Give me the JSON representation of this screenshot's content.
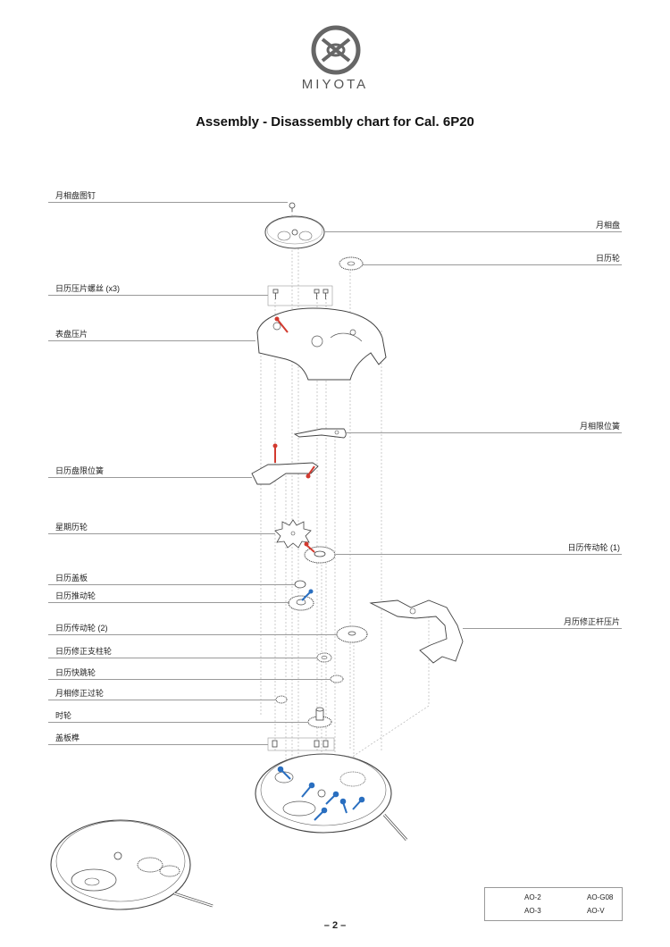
{
  "header": {
    "brand": "MIYOTA",
    "title": "Assembly - Disassembly chart for Cal. 6P20"
  },
  "parts_left": [
    "月相盘图钉",
    "日历压片螺丝 (x3)",
    "表盘压片",
    "日历盘限位簧",
    "星期历轮",
    "日历盖板",
    "日历推动轮",
    "日历传动轮 (2)",
    "日历修正支柱轮",
    "日历快跳轮",
    "月相修正过轮",
    "时轮",
    "盖板榫"
  ],
  "parts_right": [
    "月相盘",
    "日历轮",
    "月相限位簧",
    "日历传动轮 (1)",
    "月历修正杆压片"
  ],
  "legend": {
    "items": [
      {
        "label": "AO-2",
        "color": "#2e9e3f"
      },
      {
        "label": "AO-G08",
        "color": "#f0962a"
      },
      {
        "label": "AO-3",
        "color": "#2a6fc0"
      },
      {
        "label": "AO-V",
        "color": "#d23a2f"
      }
    ]
  },
  "page_number": "– 2 –",
  "icons": [
    "miyota-logo-icon",
    "oil-dropper-icon",
    "gear-icon",
    "screw-icon",
    "movement-icon"
  ]
}
